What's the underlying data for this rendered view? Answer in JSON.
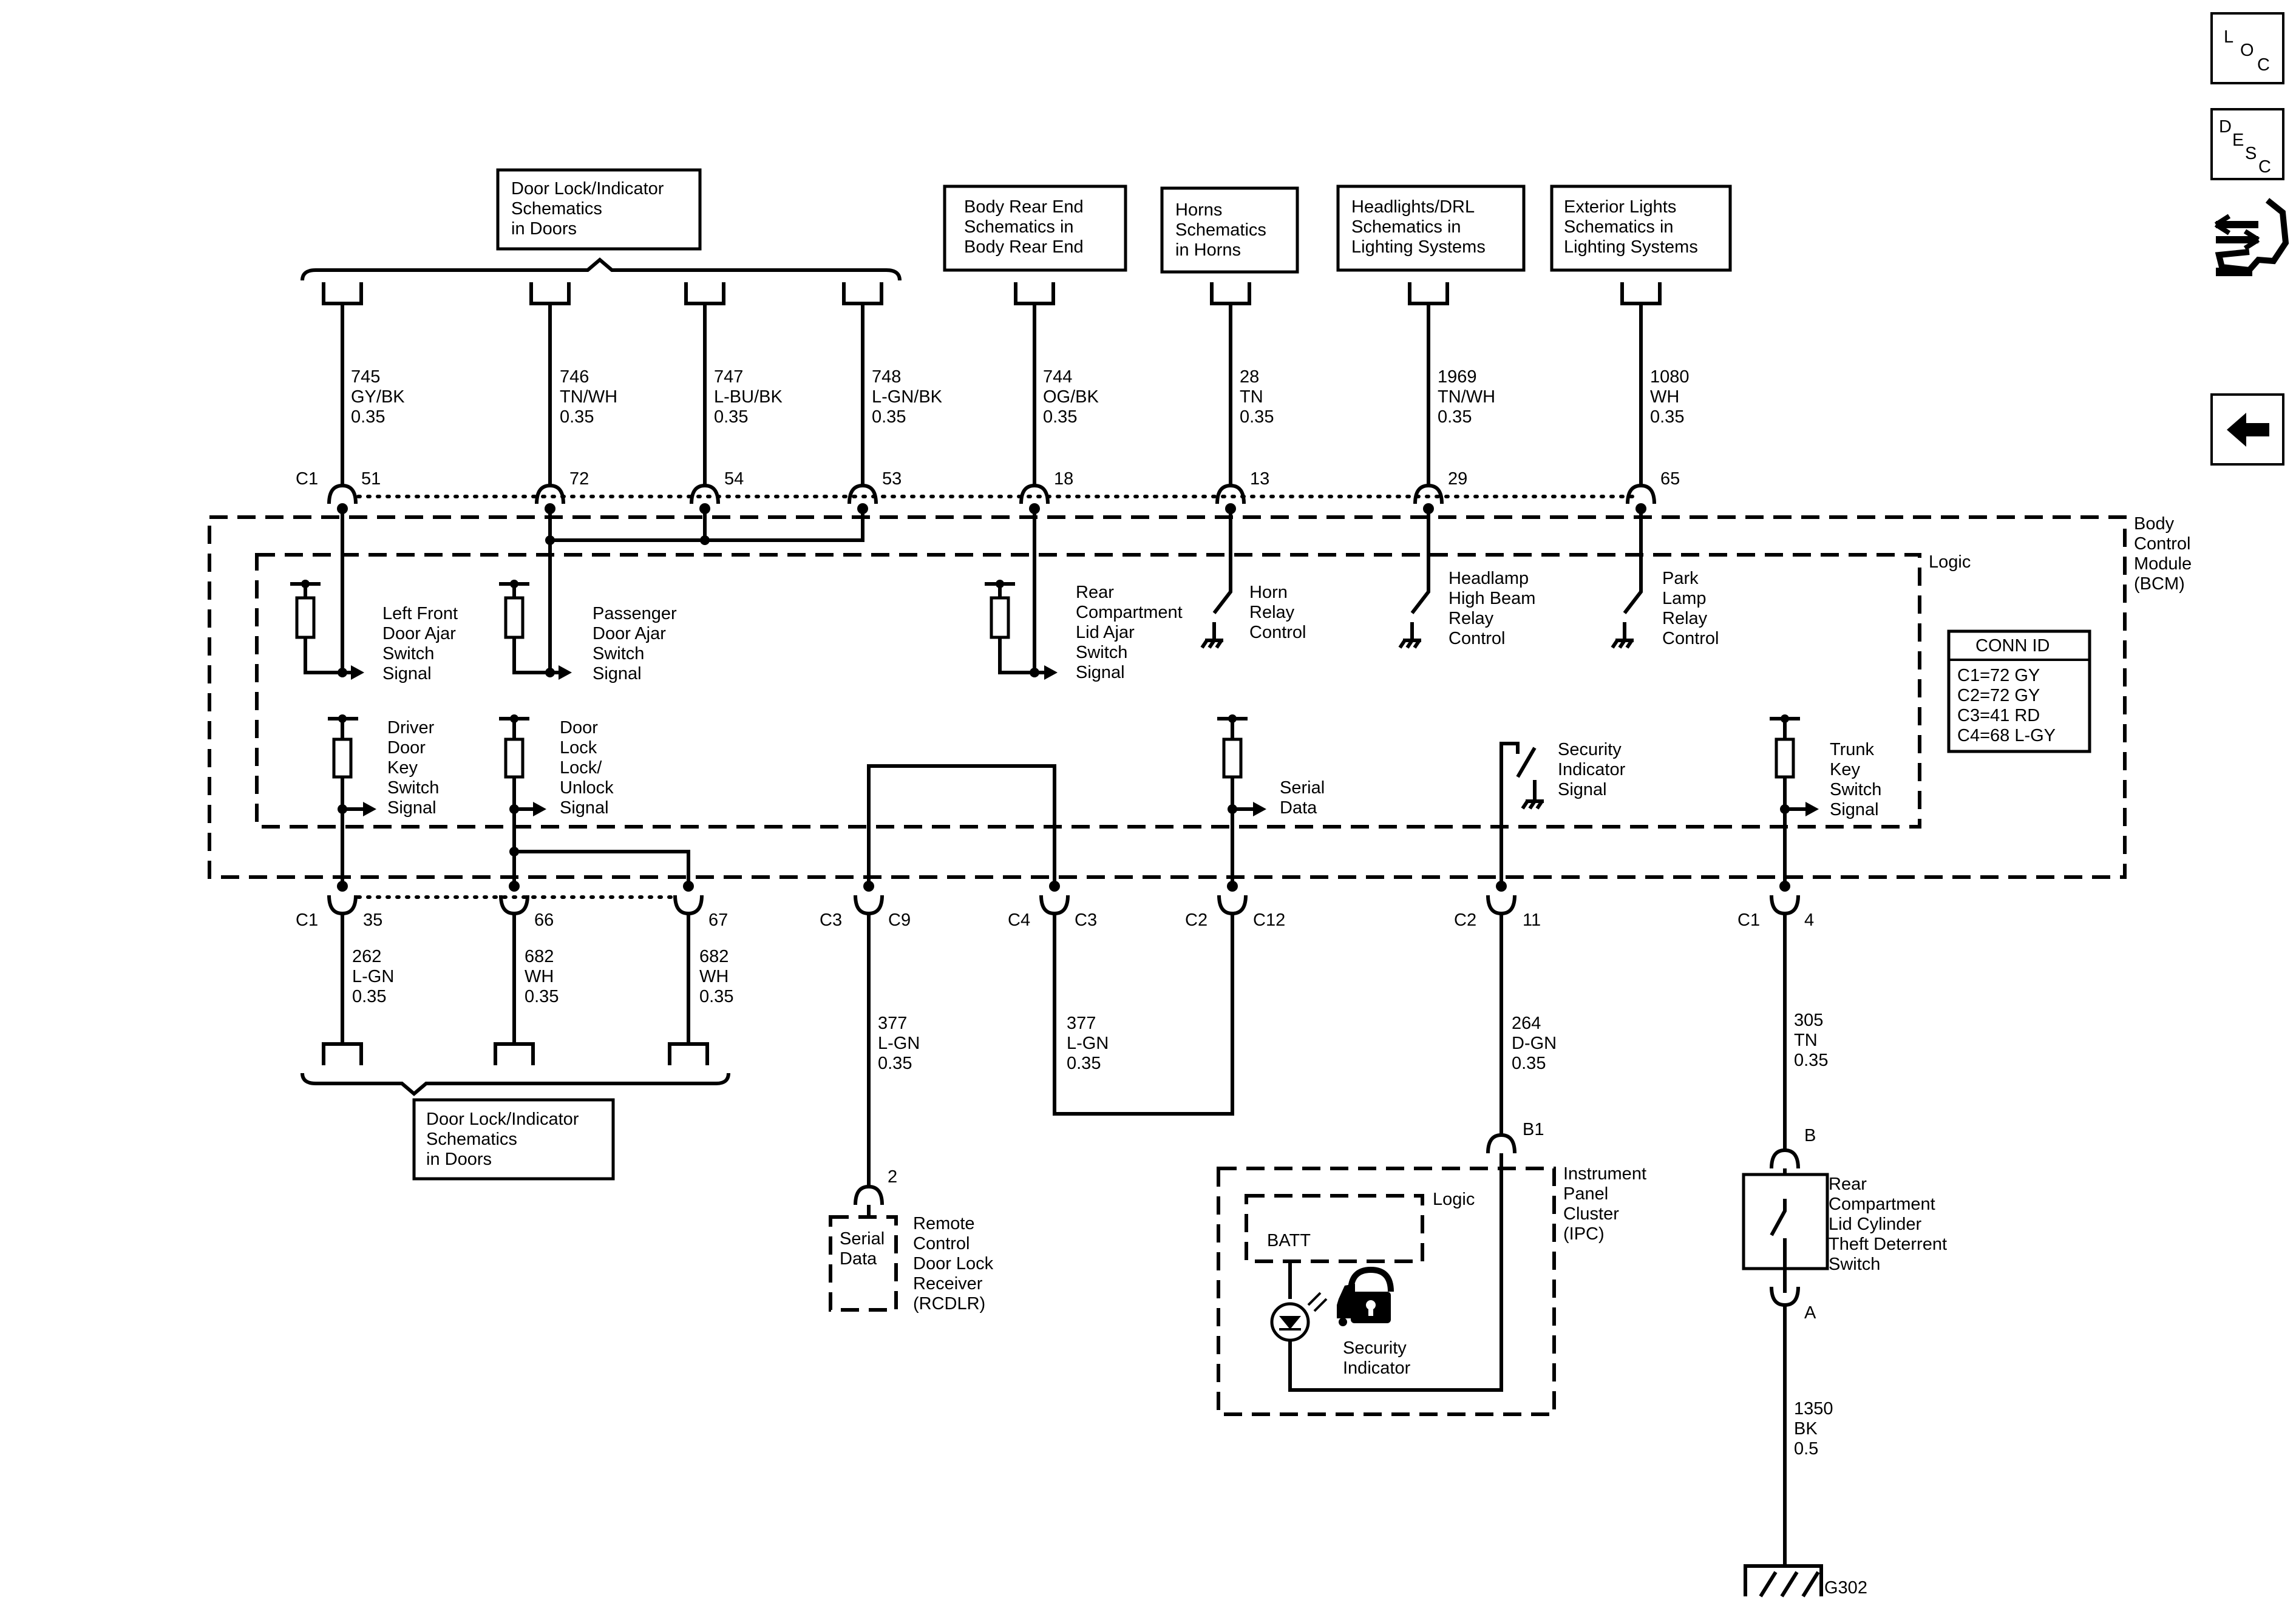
{
  "nav": {
    "loc": [
      "L",
      "O",
      "C"
    ],
    "desc": [
      "D",
      "E",
      "S",
      "C"
    ],
    "connector_icon": "connector-tool-icon",
    "back_icon": "back-arrow-icon"
  },
  "ref_boxes": {
    "door_lock_top": [
      "Door Lock/Indicator",
      "Schematics",
      "in Doors"
    ],
    "body_rear_end": [
      "Body Rear End",
      "Schematics in",
      "Body Rear End"
    ],
    "horns": [
      "Horns",
      "Schematics",
      "in Horns"
    ],
    "headlights": [
      "Headlights/DRL",
      "Schematics in",
      "Lighting Systems"
    ],
    "exterior_lights": [
      "Exterior Lights",
      "Schematics in",
      "Lighting Systems"
    ],
    "door_lock_bottom": [
      "Door Lock/Indicator",
      "Schematics",
      "in Doors"
    ]
  },
  "wires_top": [
    {
      "circuit": "745",
      "color": "GY/BK",
      "gauge": "0.35",
      "pin": "51"
    },
    {
      "circuit": "746",
      "color": "TN/WH",
      "gauge": "0.35",
      "pin": "72"
    },
    {
      "circuit": "747",
      "color": "L-BU/BK",
      "gauge": "0.35",
      "pin": "54"
    },
    {
      "circuit": "748",
      "color": "L-GN/BK",
      "gauge": "0.35",
      "pin": "53"
    },
    {
      "circuit": "744",
      "color": "OG/BK",
      "gauge": "0.35",
      "pin": "18"
    },
    {
      "circuit": "28",
      "color": "TN",
      "gauge": "0.35",
      "pin": "13"
    },
    {
      "circuit": "1969",
      "color": "TN/WH",
      "gauge": "0.35",
      "pin": "29"
    },
    {
      "circuit": "1080",
      "color": "WH",
      "gauge": "0.35",
      "pin": "65"
    }
  ],
  "top_connector": "C1",
  "bcm": {
    "title": [
      "Body",
      "Control",
      "Module",
      "(BCM)"
    ],
    "logic": "Logic",
    "conn_id": {
      "title": "CONN ID",
      "rows": [
        "C1=72 GY",
        "C2=72 GY",
        "C3=41 RD",
        "C4=68 L-GY"
      ]
    },
    "signals": {
      "lf_door_ajar": [
        "Left Front",
        "Door Ajar",
        "Switch",
        "Signal"
      ],
      "pass_door_ajar": [
        "Passenger",
        "Door Ajar",
        "Switch",
        "Signal"
      ],
      "rear_lid_ajar": [
        "Rear",
        "Compartment",
        "Lid Ajar",
        "Switch",
        "Signal"
      ],
      "horn_relay": [
        "Horn",
        "Relay",
        "Control"
      ],
      "headlamp_relay": [
        "Headlamp",
        "High Beam",
        "Relay",
        "Control"
      ],
      "park_lamp_relay": [
        "Park",
        "Lamp",
        "Relay",
        "Control"
      ],
      "driver_key": [
        "Driver",
        "Door",
        "Key",
        "Switch",
        "Signal"
      ],
      "door_lock_unlock": [
        "Door",
        "Lock",
        "Lock/",
        "Unlock",
        "Signal"
      ],
      "serial_data": [
        "Serial",
        "Data"
      ],
      "security_indicator": [
        "Security",
        "Indicator",
        "Signal"
      ],
      "trunk_key": [
        "Trunk",
        "Key",
        "Switch",
        "Signal"
      ]
    }
  },
  "bottom_pins": [
    {
      "conn": "C1",
      "pin": "35"
    },
    {
      "pin": "66"
    },
    {
      "pin": "67"
    },
    {
      "conn": "C3",
      "pin": "C9"
    },
    {
      "conn": "C4",
      "pin": "C3"
    },
    {
      "conn": "C2",
      "pin": "C12"
    },
    {
      "conn": "C2",
      "pin": "11"
    },
    {
      "conn": "C1",
      "pin": "4"
    }
  ],
  "wires_bottom": [
    {
      "circuit": "262",
      "color": "L-GN",
      "gauge": "0.35"
    },
    {
      "circuit": "682",
      "color": "WH",
      "gauge": "0.35"
    },
    {
      "circuit": "682",
      "color": "WH",
      "gauge": "0.35"
    },
    {
      "circuit": "377",
      "color": "L-GN",
      "gauge": "0.35"
    },
    {
      "circuit": "377",
      "color": "L-GN",
      "gauge": "0.35"
    },
    {
      "circuit": "264",
      "color": "D-GN",
      "gauge": "0.35"
    },
    {
      "circuit": "305",
      "color": "TN",
      "gauge": "0.35"
    },
    {
      "circuit": "1350",
      "color": "BK",
      "gauge": "0.5"
    }
  ],
  "rcdlr": {
    "pin": "2",
    "inner": [
      "Serial",
      "Data"
    ],
    "name": [
      "Remote",
      "Control",
      "Door Lock",
      "Receiver",
      "(RCDLR)"
    ]
  },
  "ipc": {
    "pin": "B1",
    "logic": "Logic",
    "batt": "BATT",
    "indicator": [
      "Security",
      "Indicator"
    ],
    "name": [
      "Instrument",
      "Panel",
      "Cluster",
      "(IPC)"
    ]
  },
  "theft_switch": {
    "pin_top": "B",
    "pin_bottom": "A",
    "name": [
      "Rear",
      "Compartment",
      "Lid Cylinder",
      "Theft Deterrent",
      "Switch"
    ]
  },
  "ground": "G302"
}
